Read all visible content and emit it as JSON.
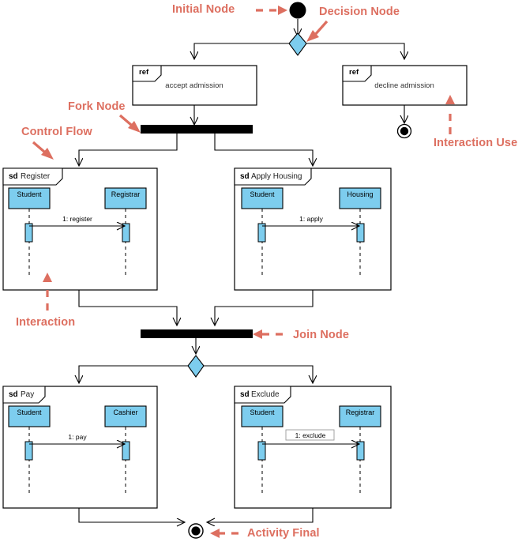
{
  "diagram": {
    "type": "UML Interaction Overview Diagram",
    "colors": {
      "annotation_red": "#dd6f60",
      "lifeline_blue": "#7dcdee",
      "node_black": "#000000",
      "stroke": "#000000",
      "background": "#ffffff"
    }
  },
  "annotations": [
    {
      "id": "initial-node",
      "label": "Initial Node"
    },
    {
      "id": "decision-node",
      "label": "Decision Node"
    },
    {
      "id": "fork-node",
      "label": "Fork Node"
    },
    {
      "id": "control-flow",
      "label": "Control Flow"
    },
    {
      "id": "interaction-use",
      "label": "Interaction Use"
    },
    {
      "id": "interaction",
      "label": "Interaction"
    },
    {
      "id": "join-node",
      "label": "Join Node"
    },
    {
      "id": "activity-final",
      "label": "Activity Final"
    }
  ],
  "nodes": {
    "initial": {
      "name": "initial-node",
      "shape": "filled-circle"
    },
    "decision": {
      "name": "decision-node",
      "shape": "diamond"
    },
    "fork": {
      "name": "fork-node",
      "shape": "horizontal-bar"
    },
    "join": {
      "name": "join-node",
      "shape": "horizontal-bar"
    },
    "merge": {
      "name": "merge-node",
      "shape": "diamond"
    },
    "final_decline": {
      "name": "activity-final-node",
      "shape": "circle-in-circle"
    },
    "final_bottom": {
      "name": "activity-final-node",
      "shape": "circle-in-circle"
    }
  },
  "interaction_uses": [
    {
      "keyword": "ref",
      "name": "accept admission"
    },
    {
      "keyword": "ref",
      "name": "decline admission"
    }
  ],
  "interactions": [
    {
      "keyword": "sd",
      "name": "Register",
      "lifelines": [
        "Student",
        "Registrar"
      ],
      "messages": [
        {
          "label": "1: register",
          "from": "Student",
          "to": "Registrar",
          "selected": false
        }
      ]
    },
    {
      "keyword": "sd",
      "name": "Apply Housing",
      "lifelines": [
        "Student",
        "Housing"
      ],
      "messages": [
        {
          "label": "1: apply",
          "from": "Student",
          "to": "Housing",
          "selected": false
        }
      ]
    },
    {
      "keyword": "sd",
      "name": "Pay",
      "lifelines": [
        "Student",
        "Cashier"
      ],
      "messages": [
        {
          "label": "1: pay",
          "from": "Student",
          "to": "Cashier",
          "selected": false
        }
      ]
    },
    {
      "keyword": "sd",
      "name": "Exclude",
      "lifelines": [
        "Student",
        "Registrar"
      ],
      "messages": [
        {
          "label": "1: exclude",
          "from": "Student",
          "to": "Registrar",
          "selected": true
        }
      ]
    }
  ]
}
